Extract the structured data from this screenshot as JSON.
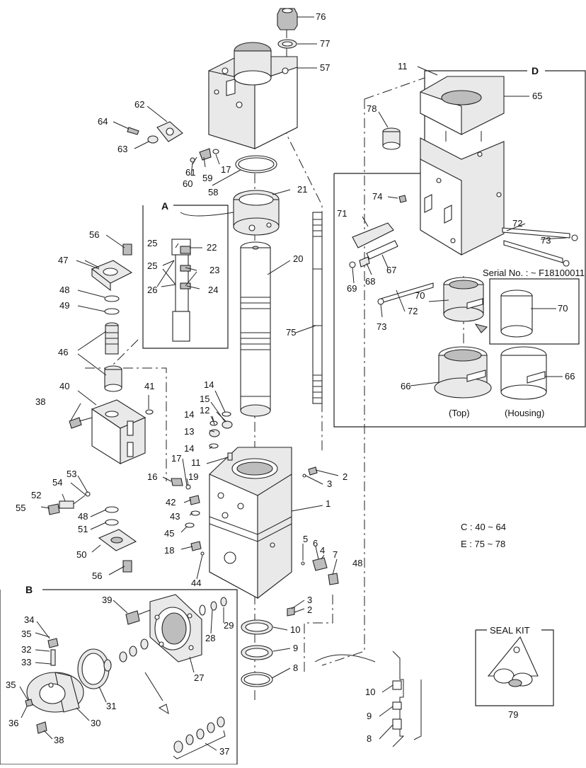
{
  "callouts": [
    {
      "id": "76",
      "t": "76"
    },
    {
      "id": "77",
      "t": "77"
    },
    {
      "id": "57",
      "t": "57"
    },
    {
      "id": "11a",
      "t": "11"
    },
    {
      "id": "65",
      "t": "65"
    },
    {
      "id": "78",
      "t": "78"
    },
    {
      "id": "62",
      "t": "62"
    },
    {
      "id": "64",
      "t": "64"
    },
    {
      "id": "63",
      "t": "63"
    },
    {
      "id": "61",
      "t": "61"
    },
    {
      "id": "60",
      "t": "60"
    },
    {
      "id": "59",
      "t": "59"
    },
    {
      "id": "17a",
      "t": "17"
    },
    {
      "id": "58",
      "t": "58"
    },
    {
      "id": "21",
      "t": "21"
    },
    {
      "id": "74",
      "t": "74"
    },
    {
      "id": "71",
      "t": "71"
    },
    {
      "id": "72a",
      "t": "72"
    },
    {
      "id": "73a",
      "t": "73"
    },
    {
      "id": "56a",
      "t": "56"
    },
    {
      "id": "25a",
      "t": "25"
    },
    {
      "id": "22",
      "t": "22"
    },
    {
      "id": "25b",
      "t": "25"
    },
    {
      "id": "23",
      "t": "23"
    },
    {
      "id": "26",
      "t": "26"
    },
    {
      "id": "24",
      "t": "24"
    },
    {
      "id": "20",
      "t": "20"
    },
    {
      "id": "47",
      "t": "47"
    },
    {
      "id": "67",
      "t": "67"
    },
    {
      "id": "68",
      "t": "68"
    },
    {
      "id": "69",
      "t": "69"
    },
    {
      "id": "48a",
      "t": "48"
    },
    {
      "id": "49",
      "t": "49"
    },
    {
      "id": "70a",
      "t": "70"
    },
    {
      "id": "70b",
      "t": "70"
    },
    {
      "id": "72b",
      "t": "72"
    },
    {
      "id": "73b",
      "t": "73"
    },
    {
      "id": "75",
      "t": "75"
    },
    {
      "id": "46",
      "t": "46"
    },
    {
      "id": "66a",
      "t": "66"
    },
    {
      "id": "66b",
      "t": "66"
    },
    {
      "id": "40",
      "t": "40"
    },
    {
      "id": "41",
      "t": "41"
    },
    {
      "id": "14a",
      "t": "14"
    },
    {
      "id": "15",
      "t": "15"
    },
    {
      "id": "38a",
      "t": "38"
    },
    {
      "id": "14b",
      "t": "14"
    },
    {
      "id": "12",
      "t": "12"
    },
    {
      "id": "13",
      "t": "13"
    },
    {
      "id": "14c",
      "t": "14"
    },
    {
      "id": "11b",
      "t": "11"
    },
    {
      "id": "2a",
      "t": "2"
    },
    {
      "id": "17b",
      "t": "17"
    },
    {
      "id": "53",
      "t": "53"
    },
    {
      "id": "16",
      "t": "16"
    },
    {
      "id": "19",
      "t": "19"
    },
    {
      "id": "3a",
      "t": "3"
    },
    {
      "id": "54",
      "t": "54"
    },
    {
      "id": "52",
      "t": "52"
    },
    {
      "id": "42",
      "t": "42"
    },
    {
      "id": "1",
      "t": "1"
    },
    {
      "id": "55",
      "t": "55"
    },
    {
      "id": "48b",
      "t": "48"
    },
    {
      "id": "43",
      "t": "43"
    },
    {
      "id": "51",
      "t": "51"
    },
    {
      "id": "45",
      "t": "45"
    },
    {
      "id": "50",
      "t": "50"
    },
    {
      "id": "5",
      "t": "5"
    },
    {
      "id": "6",
      "t": "6"
    },
    {
      "id": "4",
      "t": "4"
    },
    {
      "id": "7",
      "t": "7"
    },
    {
      "id": "18",
      "t": "18"
    },
    {
      "id": "48c",
      "t": "48"
    },
    {
      "id": "56b",
      "t": "56"
    },
    {
      "id": "44",
      "t": "44"
    },
    {
      "id": "39",
      "t": "39"
    },
    {
      "id": "3b",
      "t": "3"
    },
    {
      "id": "2b",
      "t": "2"
    },
    {
      "id": "29",
      "t": "29"
    },
    {
      "id": "28",
      "t": "28"
    },
    {
      "id": "34",
      "t": "34"
    },
    {
      "id": "10a",
      "t": "10"
    },
    {
      "id": "35a",
      "t": "35"
    },
    {
      "id": "9a",
      "t": "9"
    },
    {
      "id": "32",
      "t": "32"
    },
    {
      "id": "33",
      "t": "33"
    },
    {
      "id": "27",
      "t": "27"
    },
    {
      "id": "8a",
      "t": "8"
    },
    {
      "id": "31",
      "t": "31"
    },
    {
      "id": "35b",
      "t": "35"
    },
    {
      "id": "10b",
      "t": "10"
    },
    {
      "id": "36",
      "t": "36"
    },
    {
      "id": "30",
      "t": "30"
    },
    {
      "id": "9b",
      "t": "9"
    },
    {
      "id": "38b",
      "t": "38"
    },
    {
      "id": "8b",
      "t": "8"
    },
    {
      "id": "37",
      "t": "37"
    },
    {
      "id": "79",
      "t": "79"
    }
  ],
  "labels": {
    "box_a": "A",
    "box_b": "B",
    "box_d": "D",
    "serial": "Serial No. : ~ F18100011",
    "top": "(Top)",
    "housing": "(Housing)",
    "note_c": "C : 40 ~ 64",
    "note_e": "E : 75 ~ 78",
    "seal_kit": "SEAL KIT"
  }
}
